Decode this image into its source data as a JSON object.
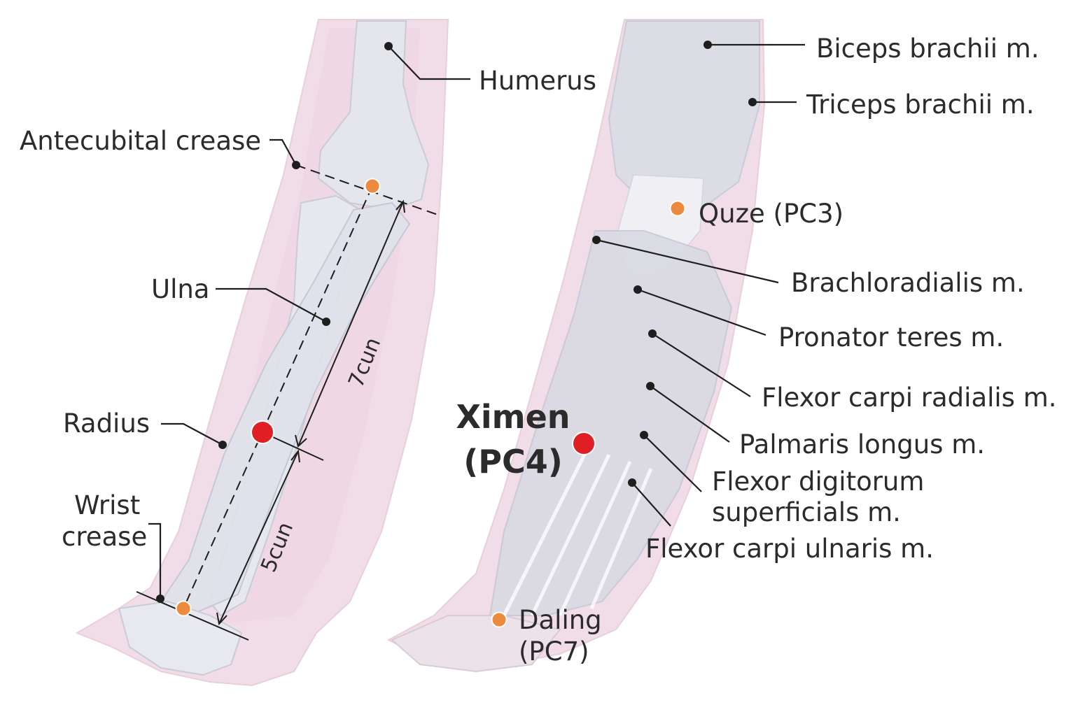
{
  "colors": {
    "acupoint": "#ee8a3e",
    "main_point": "#e01e25",
    "skin": "#f1dde8",
    "bone": "#e4e6ec",
    "muscle": "#dcdce4",
    "leader": "#1e1e1e"
  },
  "left_panel": {
    "labels": {
      "humerus": "Humerus",
      "antecubital": "Antecubital crease",
      "ulna": "Ulna",
      "radius": "Radius",
      "wrist_line1": "Wrist",
      "wrist_line2": "crease"
    },
    "measures": {
      "upper": "7cun",
      "lower": "5cun"
    }
  },
  "right_panel": {
    "labels": {
      "biceps": "Biceps brachii m.",
      "triceps": "Triceps brachii m.",
      "quze": "Quze (PC3)",
      "brachioradialis": "Brachloradialis m.",
      "pronator": "Pronator teres m.",
      "fcr": "Flexor carpi radialis m.",
      "palmaris": "Palmaris longus m.",
      "fds_line1": "Flexor digitorum",
      "fds_line2": "superficials m.",
      "fcu": "Flexor carpi ulnaris m.",
      "daling_line1": "Daling",
      "daling_line2": "(PC7)"
    },
    "main_point": {
      "line1": "Ximen",
      "line2": "(PC4)"
    }
  }
}
